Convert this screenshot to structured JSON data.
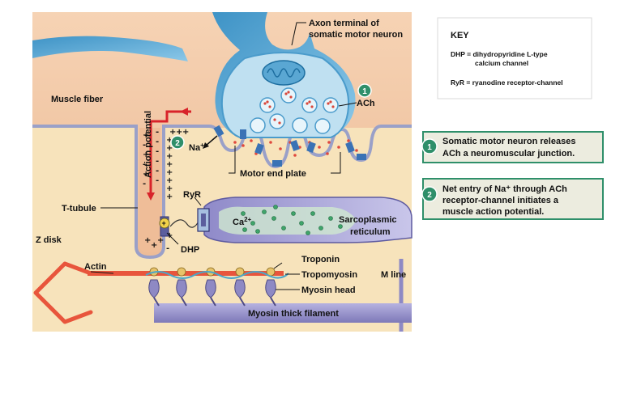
{
  "labels": {
    "axon_terminal_line1": "Axon terminal of",
    "axon_terminal_line2": "somatic motor neuron",
    "muscle_fiber": "Muscle fiber",
    "ach": "ACh",
    "action_potential": "Action potential",
    "na": "Na",
    "na_sup": "+",
    "motor_end_plate": "Motor end plate",
    "ryr": "RyR",
    "ca": "Ca",
    "ca_sup": "2+",
    "t_tubule": "T-tubule",
    "sarcoplasmic_line1": "Sarcoplasmic",
    "sarcoplasmic_line2": "reticulum",
    "z_disk": "Z disk",
    "dhp": "DHP",
    "actin": "Actin",
    "troponin": "Troponin",
    "tropomyosin": "Tropomyosin",
    "m_line": "M line",
    "myosin_head": "Myosin head",
    "myosin_thick": "Myosin thick filament"
  },
  "key": {
    "title": "KEY",
    "dhp_line1": "DHP = dihydropyridine L-type",
    "dhp_line2": "calcium channel",
    "ryr": "RyR = ryanodine receptor-channel"
  },
  "steps": [
    {
      "number": "1",
      "line1": "Somatic motor neuron releases",
      "line2": "ACh a neuromuscular junction.",
      "line3": ""
    },
    {
      "number": "2",
      "line1": "Net entry of Na⁺ through ACh",
      "line2": "receptor-channel initiates a",
      "line3": "muscle action potential."
    }
  ],
  "colors": {
    "muscle": "#f2c9a4",
    "cytoplasm": "#f7e3bb",
    "membrane": "#9aa0c8",
    "neuron": "#6fb4d9",
    "terminal": "#b9dcef",
    "sr": "#a9a6d6",
    "actin": "#e8553c",
    "myosin": "#8e89c4",
    "step_badge": "#2f8f6a",
    "action_arrow": "#d8232a"
  }
}
